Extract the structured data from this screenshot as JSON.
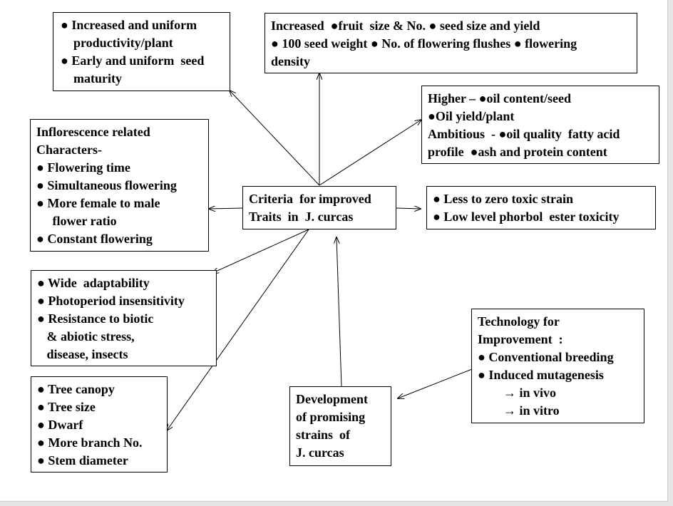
{
  "diagram": {
    "center": {
      "lines": [
        "Criteria  for improved",
        "Traits  in  J. curcas"
      ]
    },
    "productivity": {
      "lines": [
        "● Increased and uniform",
        "    productivity/plant",
        "● Early and uniform  seed",
        "    maturity"
      ]
    },
    "fruit": {
      "lines": [
        "Increased  ●fruit  size & No. ● seed size and yield",
        "● 100 seed weight ● No. of flowering flushes ● flowering",
        "density"
      ]
    },
    "oil": {
      "lines": [
        "Higher – ●oil content/seed",
        "●Oil yield/plant",
        "Ambitious  - ●oil quality  fatty acid",
        "profile  ●ash and protein content"
      ]
    },
    "inflorescence": {
      "lines": [
        "Inflorescence related",
        "Characters-",
        "● Flowering time",
        "● Simultaneous flowering",
        "● More female to male",
        "     flower ratio",
        "● Constant flowering"
      ]
    },
    "toxicity": {
      "lines": [
        "● Less to zero toxic strain",
        "● Low level phorbol  ester toxicity"
      ]
    },
    "adaptability": {
      "lines": [
        "● Wide  adaptability",
        "● Photoperiod insensitivity",
        "● Resistance to biotic",
        "   & abiotic stress,",
        "   disease, insects"
      ]
    },
    "tree": {
      "lines": [
        "● Tree canopy",
        "● Tree size",
        "● Dwarf",
        "● More branch No.",
        "● Stem diameter"
      ]
    },
    "development": {
      "lines": [
        "Development",
        "of promising",
        "strains  of",
        "J. curcas"
      ]
    },
    "technology": {
      "lines": [
        "Technology for",
        "Improvement  :",
        "● Conventional breeding",
        "● Induced mutagenesis",
        "        → in vivo",
        "        → in vitro"
      ]
    }
  }
}
